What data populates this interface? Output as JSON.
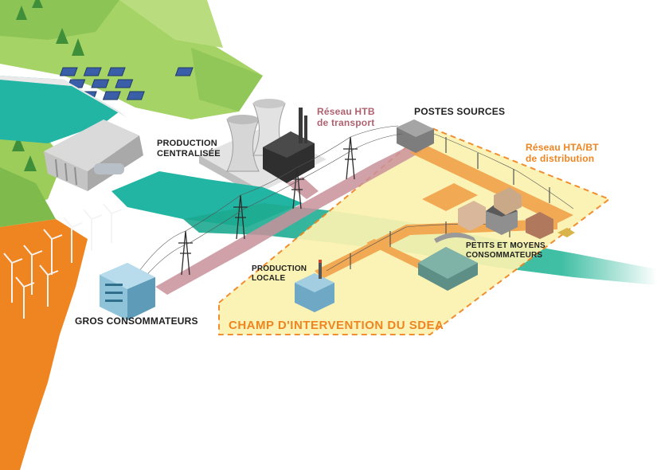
{
  "labels": {
    "reseau_htb_line1": "Réseau HTB",
    "reseau_htb_line2": "de transport",
    "postes_sources": "POSTES SOURCES",
    "production_centralisee_line1": "PRODUCTION",
    "production_centralisee_line2": "CENTRALISÉE",
    "reseau_hta_line1": "Réseau HTA/BT",
    "reseau_hta_line2": "de distribution",
    "petits_moyens_line1": "PETITS ET MOYENS",
    "petits_moyens_line2": "CONSOMMATEURS",
    "production_locale_line1": "PRODUCTION",
    "production_locale_line2": "LOCALE",
    "gros_consommateurs": "GROS CONSOMMATEURS",
    "champ_intervention": "CHAMP D'INTERVENTION DU SDEA"
  },
  "colors": {
    "htb_network": "#c9919b",
    "hta_network": "#f2a24a",
    "sdea_zone_fill": "#fbf3b0",
    "sdea_zone_border": "#ef8520",
    "water": "#20b3a0",
    "hills": "#9fce5e",
    "ground_orange": "#ef8520"
  }
}
